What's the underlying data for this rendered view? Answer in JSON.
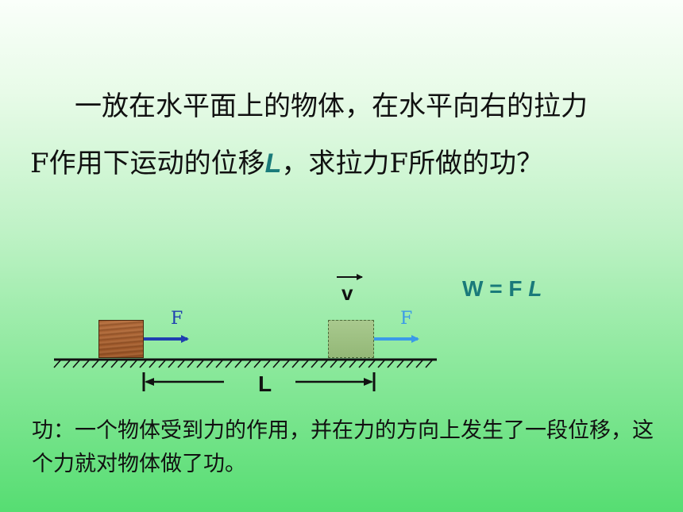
{
  "problem": {
    "line1": "一放在水平面上的物体，在水平向右的拉力",
    "line2_before": "F作用下运动的位移",
    "line2_var": "L",
    "line2_after": "，求拉力F所做的功？"
  },
  "diagram": {
    "force_label_1": "F",
    "force_label_2": "F",
    "velocity_label": "v",
    "displacement_label": "L"
  },
  "formula": {
    "prefix": "W = F ",
    "var": "L"
  },
  "definition": {
    "text": "功：一个物体受到力的作用，并在力的方向上发生了一段位移，这个力就对物体做了功。"
  },
  "colors": {
    "teal": "#1a7a7a",
    "force_dark_blue": "#1f3fb0",
    "force_light_blue": "#3a9ae8"
  }
}
